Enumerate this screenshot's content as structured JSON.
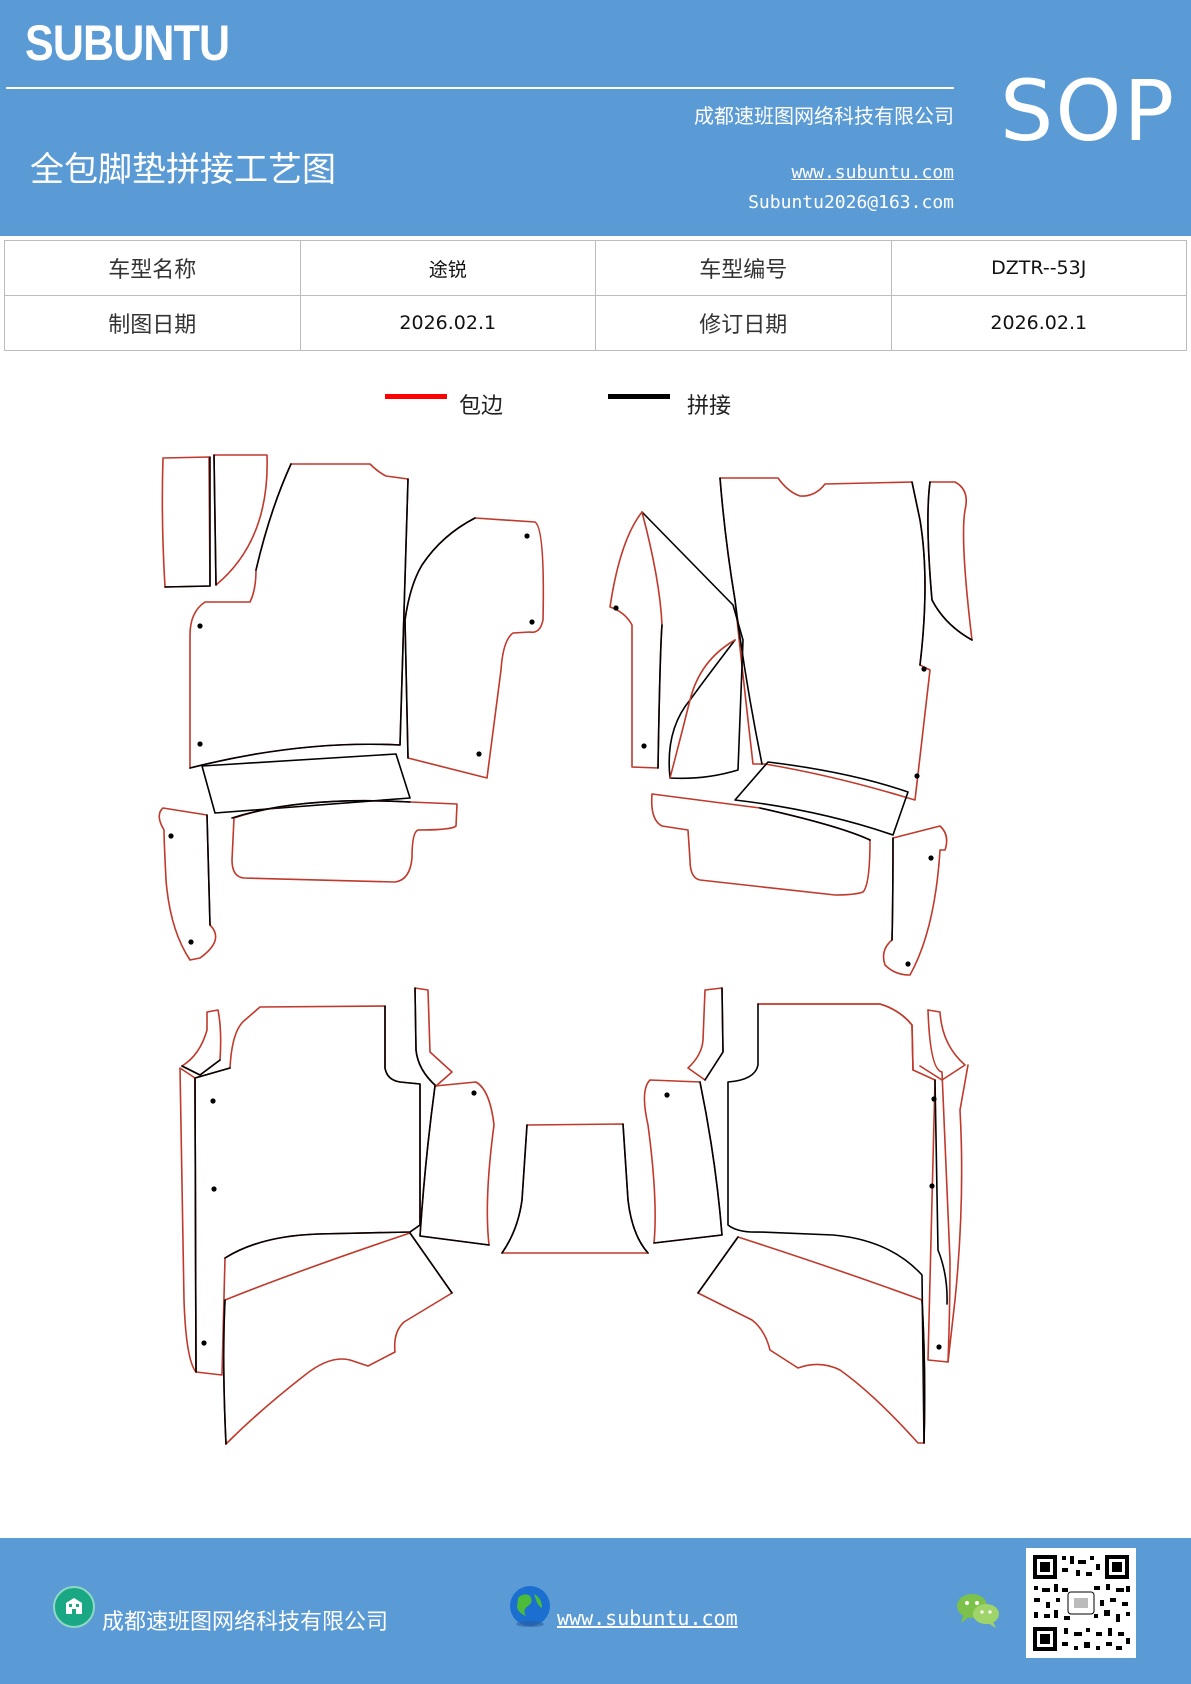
{
  "header": {
    "brand": "SUBUNTU",
    "company": "成都速班图网络科技有限公司",
    "title": "全包脚垫拼接工艺图",
    "website": "www.subuntu.com",
    "email": "Subuntu2026@163.com",
    "badge": "SOP"
  },
  "info_table": {
    "model_name_label": "车型名称",
    "model_name_value": "途锐",
    "model_code_label": "车型编号",
    "model_code_value": "DZTR--53J",
    "draw_date_label": "制图日期",
    "draw_date_value": "2026.02.1",
    "revise_date_label": "修订日期",
    "revise_date_value": "2026.02.1"
  },
  "legend": {
    "items": [
      {
        "label": "包边",
        "color": "#ff0000"
      },
      {
        "label": "拼接",
        "color": "#000000"
      }
    ]
  },
  "footer": {
    "company": "成都速班图网络科技有限公司",
    "website": "www.subuntu.com"
  },
  "icons": {
    "footer_left": "building-icon",
    "footer_middle": "globe-icon",
    "footer_right": "wechat-icon",
    "qr": "qr-code"
  },
  "colors": {
    "brand_blue": "#5b9bd5",
    "edge_red": "#c0392b",
    "seam_black": "#000000"
  }
}
